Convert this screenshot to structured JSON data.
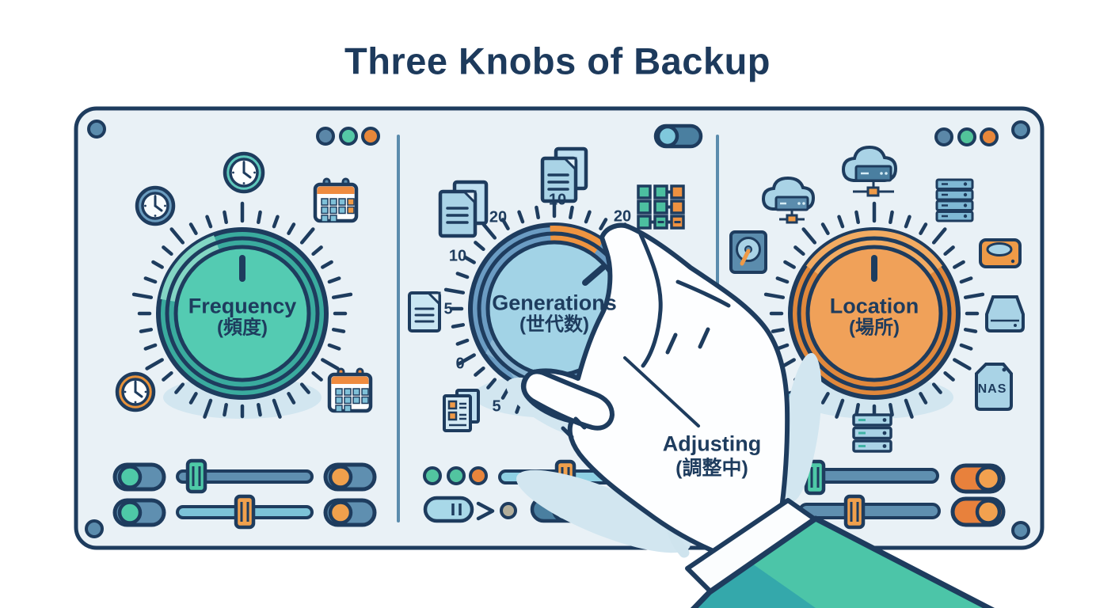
{
  "title": "Three Knobs of Backup",
  "panel": {
    "knobs": [
      {
        "id": "frequency",
        "label": "Frequency",
        "sublabel": "(頻度)",
        "color": "teal"
      },
      {
        "id": "generations",
        "label": "Generations",
        "sublabel": "(世代数)",
        "color": "blue"
      },
      {
        "id": "location",
        "label": "Location",
        "sublabel": "(場所)",
        "color": "orange"
      }
    ],
    "generations_scale": {
      "top": "10",
      "upper_left": "20",
      "upper_right": "20",
      "left": "10",
      "mid_left": "5",
      "lower_left": "0",
      "bottom": "5"
    },
    "annotation": {
      "line1": "Adjusting",
      "line2": "(調整中)"
    },
    "nas_label": "NAS",
    "status_dots_left": [
      "blue",
      "teal",
      "orange"
    ],
    "status_dots_right": [
      "blue",
      "green",
      "orange"
    ],
    "status_dots_middle": [
      "teal",
      "teal",
      "orange"
    ],
    "left_icons": [
      "clock-icon",
      "clock-icon",
      "calendar-icon",
      "clock-icon",
      "calendar-icon"
    ],
    "middle_icons": [
      "documents-icon",
      "documents-icon",
      "toggle-switch",
      "grid-icon",
      "document-icon",
      "document-image-icon"
    ],
    "right_icons": [
      "cloud-server-icon",
      "cloud-server-icon",
      "server-rack-icon",
      "hdd-icon",
      "external-drive-icon",
      "external-drive-icon",
      "nas-box-icon",
      "server-rack-icon",
      "cloud-icon"
    ]
  },
  "colors": {
    "navy": "#1e3c5e",
    "panel_bg": "#e9f1f6",
    "divider": "#5b8cad",
    "steel_blue": "#5f8fb0",
    "light_blue": "#a9d3e6",
    "teal": "#4ec9a7",
    "orange": "#ef9a47",
    "deep_orange": "#e8813c",
    "knob_teal_ring": "#3aab9e",
    "knob_teal_center": "#54cbb2",
    "knob_blue_ring": "#6b9cc3",
    "knob_blue_center": "#a2d3e6",
    "knob_orange_ring": "#e0883c",
    "knob_orange_center": "#f0a159",
    "sleeve_teal": "#4cc5a8",
    "sleeve_dark": "#34a8ab",
    "shadow": "#d2e6f0"
  }
}
